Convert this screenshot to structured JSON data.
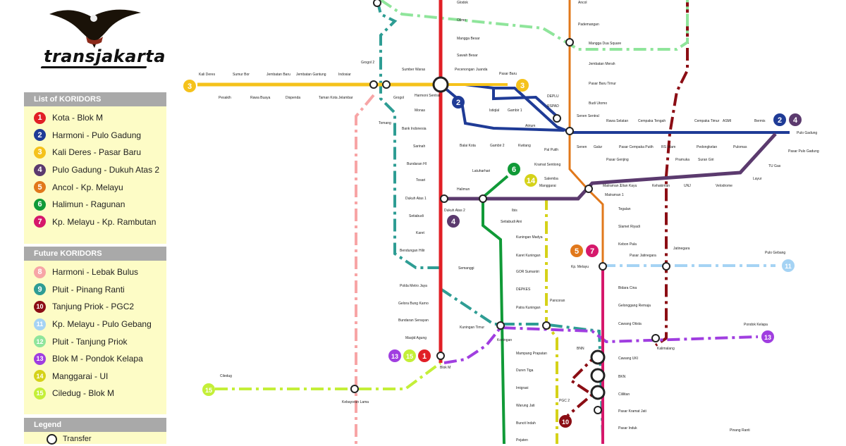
{
  "brand": {
    "logo_text": "transjakarta"
  },
  "panels": {
    "list_title": "List of KORIDORS",
    "future_title": "Future KORIDORS",
    "legend_title": "Legend",
    "legend_transfer": "Transfer"
  },
  "corridors": [
    {
      "num": "1",
      "name": "Kota - Blok M",
      "color": "#e11f26"
    },
    {
      "num": "2",
      "name": "Harmoni - Pulo Gadung",
      "color": "#1f3b96"
    },
    {
      "num": "3",
      "name": "Kali Deres - Pasar Baru",
      "color": "#f5c21b"
    },
    {
      "num": "4",
      "name": "Pulo Gadung - Dukuh Atas 2",
      "color": "#5b3a6e"
    },
    {
      "num": "5",
      "name": "Ancol - Kp. Melayu",
      "color": "#e1781b"
    },
    {
      "num": "6",
      "name": "Halimun - Ragunan",
      "color": "#109a37"
    },
    {
      "num": "7",
      "name": "Kp. Melayu - Kp. Rambutan",
      "color": "#d6186b"
    }
  ],
  "future_corridors": [
    {
      "num": "8",
      "name": "Harmoni - Lebak Bulus",
      "color": "#f7a5a6"
    },
    {
      "num": "9",
      "name": "Pluit - Pinang Ranti",
      "color": "#2e9d94"
    },
    {
      "num": "10",
      "name": "Tanjung Priok - PGC2",
      "color": "#8b0d14"
    },
    {
      "num": "11",
      "name": "Kp. Melayu - Pulo Gebang",
      "color": "#a5d3f4"
    },
    {
      "num": "12",
      "name": "Pluit - Tanjung Priok",
      "color": "#8fe59b"
    },
    {
      "num": "13",
      "name": "Blok M - Pondok Kelapa",
      "color": "#a03ee0"
    },
    {
      "num": "14",
      "name": "Manggarai - UI",
      "color": "#d5d219"
    },
    {
      "num": "15",
      "name": "Ciledug - Blok M",
      "color": "#c4ef38"
    }
  ],
  "map_badges": [
    {
      "num": "3",
      "color": "#f5c21b"
    },
    {
      "num": "3",
      "color": "#f5c21b"
    },
    {
      "num": "2",
      "color": "#1f3b96"
    },
    {
      "num": "2",
      "color": "#1f3b96"
    },
    {
      "num": "4",
      "color": "#5b3a6e"
    },
    {
      "num": "6",
      "color": "#109a37"
    },
    {
      "num": "14",
      "color": "#d5d219"
    },
    {
      "num": "4",
      "color": "#5b3a6e"
    },
    {
      "num": "5",
      "color": "#e1781b"
    },
    {
      "num": "7",
      "color": "#d6186b"
    },
    {
      "num": "11",
      "color": "#a5d3f4"
    },
    {
      "num": "13",
      "color": "#a03ee0"
    },
    {
      "num": "13",
      "color": "#a03ee0"
    },
    {
      "num": "15",
      "color": "#c4ef38"
    },
    {
      "num": "1",
      "color": "#e11f26"
    },
    {
      "num": "15",
      "color": "#c4ef38"
    },
    {
      "num": "10",
      "color": "#8b0d14"
    }
  ],
  "stations": {
    "k1": [
      "Glodok",
      "Olimo",
      "Mangga Besar",
      "Sawah Besar",
      "Harmoni Sentral",
      "Monas",
      "Bank Indonesia",
      "Sarinah",
      "Bundaran HI",
      "Tosari",
      "Dukuh Atas 1",
      "Setiabudi",
      "Karet",
      "Bendungan Hilir",
      "Semanggi",
      "Polda Metro Jaya",
      "Gelora Bung Karno",
      "Bundaran Senayan",
      "Masjid Agung",
      "Blok M"
    ],
    "k2": [
      "Pecenongan",
      "Juanda",
      "Pasar Baru",
      "Istiqlal",
      "Gambir 1",
      "DEPLU",
      "RSPAD",
      "Atrium",
      "Balai Kota",
      "Gambir 2",
      "Kwitang",
      "Senen",
      "Galur",
      "Pasar Cempaka Putih",
      "RS Islam",
      "Pedongkelan",
      "Pulomas",
      "Pulo Gadung",
      "Rawa Selatan",
      "Cempaka Tengah",
      "Cempaka Timur",
      "ASMI",
      "Bermis"
    ],
    "k3": [
      "Kali Deres",
      "Pesakih",
      "Sumur Bor",
      "Rawa Buaya",
      "Jembatan Baru",
      "Dispenda",
      "Jembatan Gantung",
      "Taman Kota",
      "Indosiar",
      "Jelambar",
      "Grogol 2",
      "Grogol",
      "Sumber Waras"
    ],
    "k4": [
      "Pasar Pulo Gadung",
      "TU Gas",
      "Layur",
      "Velodrome",
      "UNJ",
      "Kehakiman",
      "Pramuka",
      "Utan Kayu",
      "Pasar Genjing",
      "Matraman 2",
      "Suran Giri",
      "Manggarai",
      "Dukuh Atas 2",
      "Ibis"
    ],
    "k5": [
      "Ancol",
      "Pademangan",
      "Mangga Dua Square",
      "Jembatan Merah",
      "Pasar Baru Timur",
      "Budi Utomo",
      "Senen Sentral",
      "Pal Putih",
      "Kramat Sentiong",
      "Salemba",
      "Matraman 1",
      "Tegalan",
      "Slamet Riyadi",
      "Kebon Pala",
      "Pasar Jatinegara",
      "Kp. Melayu",
      "Jatinegara"
    ],
    "k6": [
      "Latuharhari",
      "Halimun",
      "Setiabudi Aini",
      "Kuningan Madya",
      "Karet Kuningan",
      "GOR Sumantri",
      "DEPKES",
      "Patra Kuningan",
      "Kuningan Timur",
      "Mampang Prapatan",
      "Duren Tiga",
      "Imigrasi",
      "Warung Jati",
      "Buncit Indah",
      "Pejaten"
    ],
    "k7": [
      "Bidara Cina",
      "Gelonggang Remaja",
      "Cawang Otista",
      "BNN",
      "Cawang UKI",
      "BKN",
      "Cililitan",
      "Pasar Kramat Jati",
      "Pasar Induk",
      "PGC 2"
    ],
    "others": [
      "Tomang",
      "Pancoran",
      "Pulo Gebang",
      "Pondok Kelapa",
      "Kalimalang",
      "Ciledug",
      "Kebayoran Lama",
      "Pinang Ranti",
      "Koningan"
    ]
  }
}
